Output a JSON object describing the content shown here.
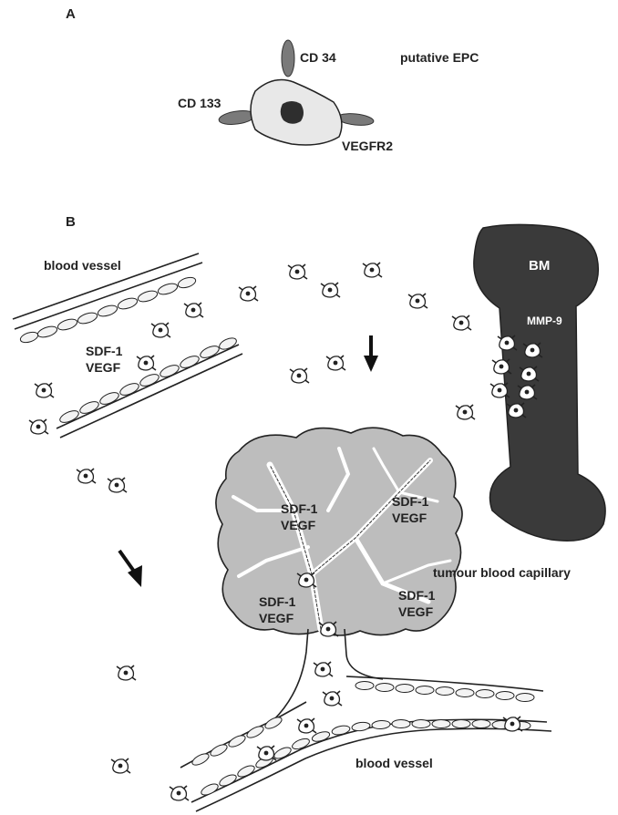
{
  "panel_a": {
    "letter": "A",
    "cell": {
      "marker_top": "CD 34",
      "marker_left": "CD 133",
      "marker_right": "VEGFR2",
      "caption": "putative EPC"
    }
  },
  "panel_b": {
    "letter": "B",
    "vessel_top_label": "blood vessel",
    "vessel_top_factor_1": "SDF-1",
    "vessel_top_factor_2": "VEGF",
    "bone_label": "BM",
    "bone_enzyme": "MMP-9",
    "tumour_label": "tumour blood capillary",
    "tumour_factors": [
      {
        "l1": "SDF-1",
        "l2": "VEGF"
      },
      {
        "l1": "SDF-1",
        "l2": "VEGF"
      },
      {
        "l1": "SDF-1",
        "l2": "VEGF"
      },
      {
        "l1": "SDF-1",
        "l2": "VEGF"
      }
    ],
    "vessel_bottom_label": "blood vessel"
  },
  "colors": {
    "bone": "#3a3a3a",
    "tumour": "#bdbdbd",
    "cell_fill": "#e8e8e8",
    "marker": "#7a7a7a",
    "nucleus": "#2e2e2e",
    "line": "#333333"
  }
}
